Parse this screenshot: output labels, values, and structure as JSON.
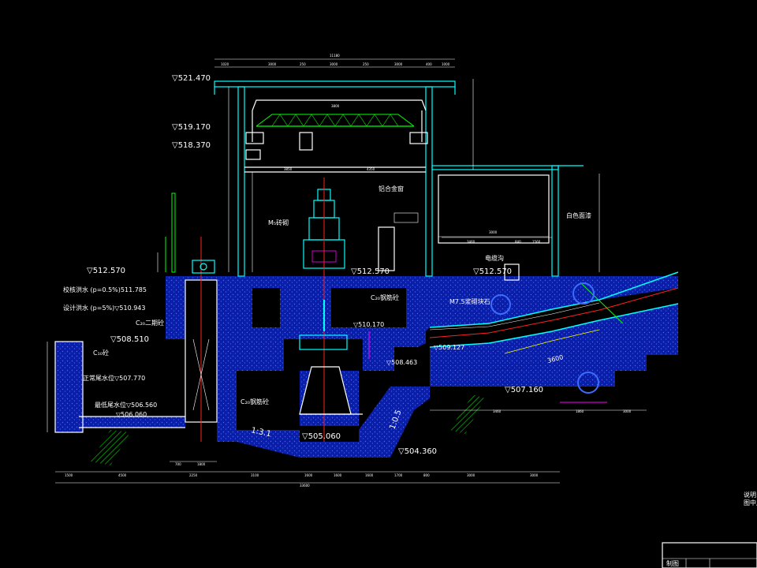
{
  "elevations": {
    "roof": "▽521.470",
    "crane_rail": "▽519.170",
    "crane_beam": "▽518.370",
    "floor_left": "▽512.570",
    "floor_mid": "▽512.570",
    "floor_right": "▽512.570",
    "check_flood": "校核洪水 (p=0.5%)511.785",
    "design_flood": "设计洪水 (p=5%)▽510.943",
    "turbine_floor": "▽510.170",
    "tail_left": "▽508.510",
    "normal_tail": "正常尾水位▽507.770",
    "min_tail": "最低尾水位▽506.560",
    "outlet_bottom": "▽506.060",
    "pipe_axis": "▽509.127",
    "runner": "▽508.463",
    "draft_bottom": "▽505.060",
    "pipe_bottom": "▽507.160",
    "foundation": "▽504.360"
  },
  "labels": {
    "c20_concrete_1": "C₂₀二期砼",
    "c20_concrete_2": "C₂₀钢筋砼",
    "c20_concrete_3": "C₂₀钢筋砼",
    "c10_concrete": "C₁₀砼",
    "m5_brick": "M₅砖砌",
    "m75_rubble": "M7.5浆砌块石",
    "aluminum_window": "铝合金窗",
    "white_wall": "白色面漆",
    "cable_trench": "电缆沟",
    "slope_left": "1:3.1",
    "slope_right": "1:0.5",
    "pipe_len": "3600"
  },
  "top_dims": [
    "11180",
    "1020",
    "3000",
    "250",
    "3000",
    "250",
    "3000",
    "400",
    "1000"
  ],
  "bottom_dims": [
    "1500",
    "4500",
    "2250",
    "3100",
    "1600",
    "1600",
    "1600",
    "1700",
    "800",
    "3000",
    "3000"
  ],
  "bottom_total": "33600",
  "sub_dims": [
    "700",
    "1800"
  ],
  "right_dims": [
    "3460",
    "3000",
    "840",
    "1560",
    "3460",
    "1860",
    "3000"
  ],
  "crane_dims": [
    "3800"
  ],
  "hall_dims": [
    "3850",
    "4350"
  ],
  "notes": {
    "note_title": "说明:",
    "note_line": "图中尺",
    "title_block_text": "制图"
  },
  "colors": {
    "background": "#000000",
    "lines": "#ffffff",
    "water": "#00ffff",
    "concrete_hatch": "#0000ff",
    "dimension": "#ffff00",
    "axis": "#ff2020",
    "soil": "#00ff00"
  }
}
